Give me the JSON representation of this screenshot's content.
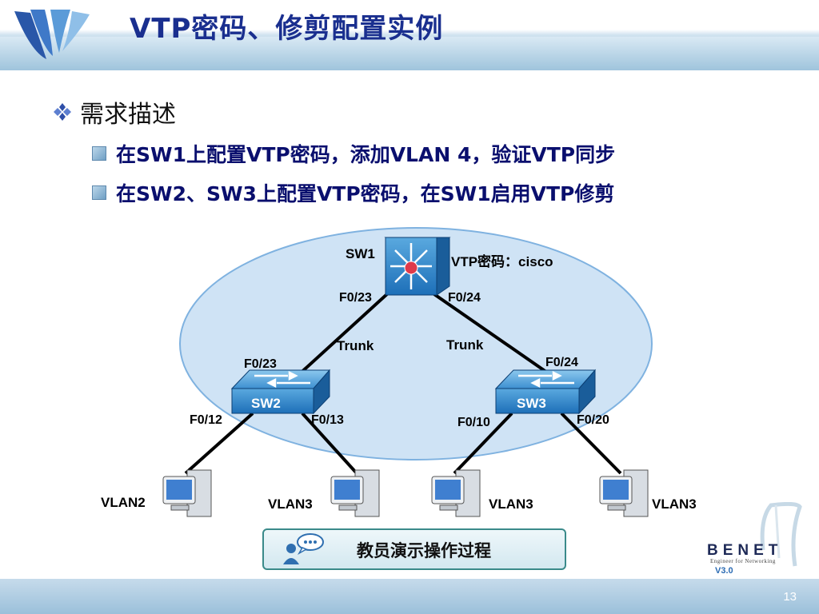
{
  "title": "VTP密码、修剪配置实例",
  "heading": "需求描述",
  "subitems": [
    "在SW1上配置VTP密码，添加VLAN 4，验证VTP同步",
    "在SW2、SW3上配置VTP密码，在SW1启用VTP修剪"
  ],
  "diagram": {
    "sw1": "SW1",
    "sw1_password": "VTP密码：cisco",
    "sw1_port_left": "F0/23",
    "sw1_port_right": "F0/24",
    "trunk_left": "Trunk",
    "trunk_right": "Trunk",
    "sw2": "SW2",
    "sw2_port_up": "F0/23",
    "sw2_port_a": "F0/12",
    "sw2_port_b": "F0/13",
    "sw3": "SW3",
    "sw3_port_up": "F0/24",
    "sw3_port_a": "F0/10",
    "sw3_port_b": "F0/20",
    "pc1_vlan": "VLAN2",
    "pc2_vlan": "VLAN3",
    "pc3_vlan": "VLAN3",
    "pc4_vlan": "VLAN3"
  },
  "demo_button": "教员演示操作过程",
  "brand": {
    "name": "BENET",
    "tagline": "Engineer for Networking",
    "version": "V3.0"
  },
  "page_number": "13"
}
